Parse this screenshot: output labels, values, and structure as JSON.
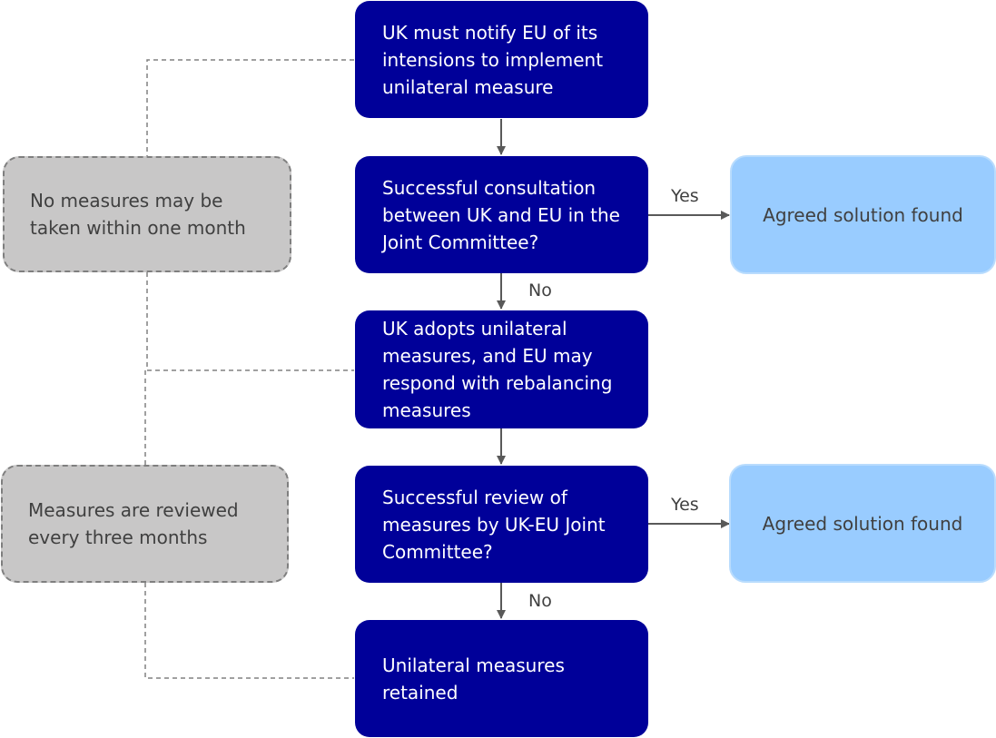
{
  "steps": {
    "notify": "UK must notify EU of its intensions to implement unilateral measure",
    "consultation": "Successful consultation between UK and EU in the Joint Committee?",
    "adopt": "UK adopts unilateral measures, and EU may respond with rebalancing measures",
    "review": "Successful review of measures by UK-EU Joint Committee?",
    "retained": "Unilateral measures retained"
  },
  "outcomes": {
    "after_consultation": "Agreed solution found",
    "after_review": "Agreed solution found"
  },
  "notes": {
    "one_month": "No measures may be taken within one month",
    "review_cycle": "Measures are reviewed every three months"
  },
  "edge_labels": {
    "consultation_yes": "Yes",
    "consultation_no": "No",
    "review_yes": "Yes",
    "review_no": "No"
  },
  "colors": {
    "step_fill": "#000099",
    "outcome_fill": "#99ccff",
    "note_fill": "#c8c7c7",
    "arrow": "#595959",
    "dashed_connector": "#808080"
  }
}
